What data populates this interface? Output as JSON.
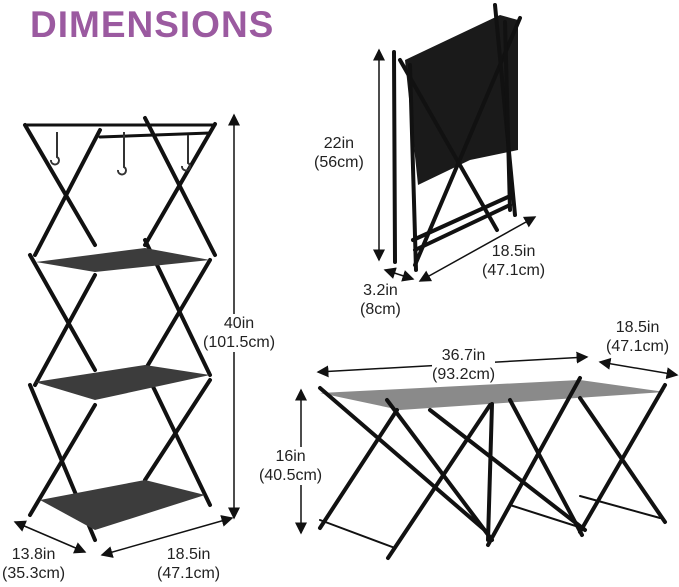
{
  "title": "DIMENSIONS",
  "colors": {
    "title": "#9b5aa0",
    "frame": "#111111",
    "shelf": "#3c3c3c",
    "tabletop": "#8a8a8a",
    "text": "#222222"
  },
  "figures": {
    "shelf": {
      "height": {
        "in": "40in",
        "cm": "(101.5cm)"
      },
      "width": {
        "in": "18.5in",
        "cm": "(47.1cm)"
      },
      "depth": {
        "in": "13.8in",
        "cm": "(35.3cm)"
      }
    },
    "folded": {
      "height": {
        "in": "22in",
        "cm": "(56cm)"
      },
      "width": {
        "in": "18.5in",
        "cm": "(47.1cm)"
      },
      "thickness": {
        "in": "3.2in",
        "cm": "(8cm)"
      }
    },
    "table": {
      "length": {
        "in": "36.7in",
        "cm": "(93.2cm)"
      },
      "depth": {
        "in": "18.5in",
        "cm": "(47.1cm)"
      },
      "height": {
        "in": "16in",
        "cm": "(40.5cm)"
      }
    }
  }
}
